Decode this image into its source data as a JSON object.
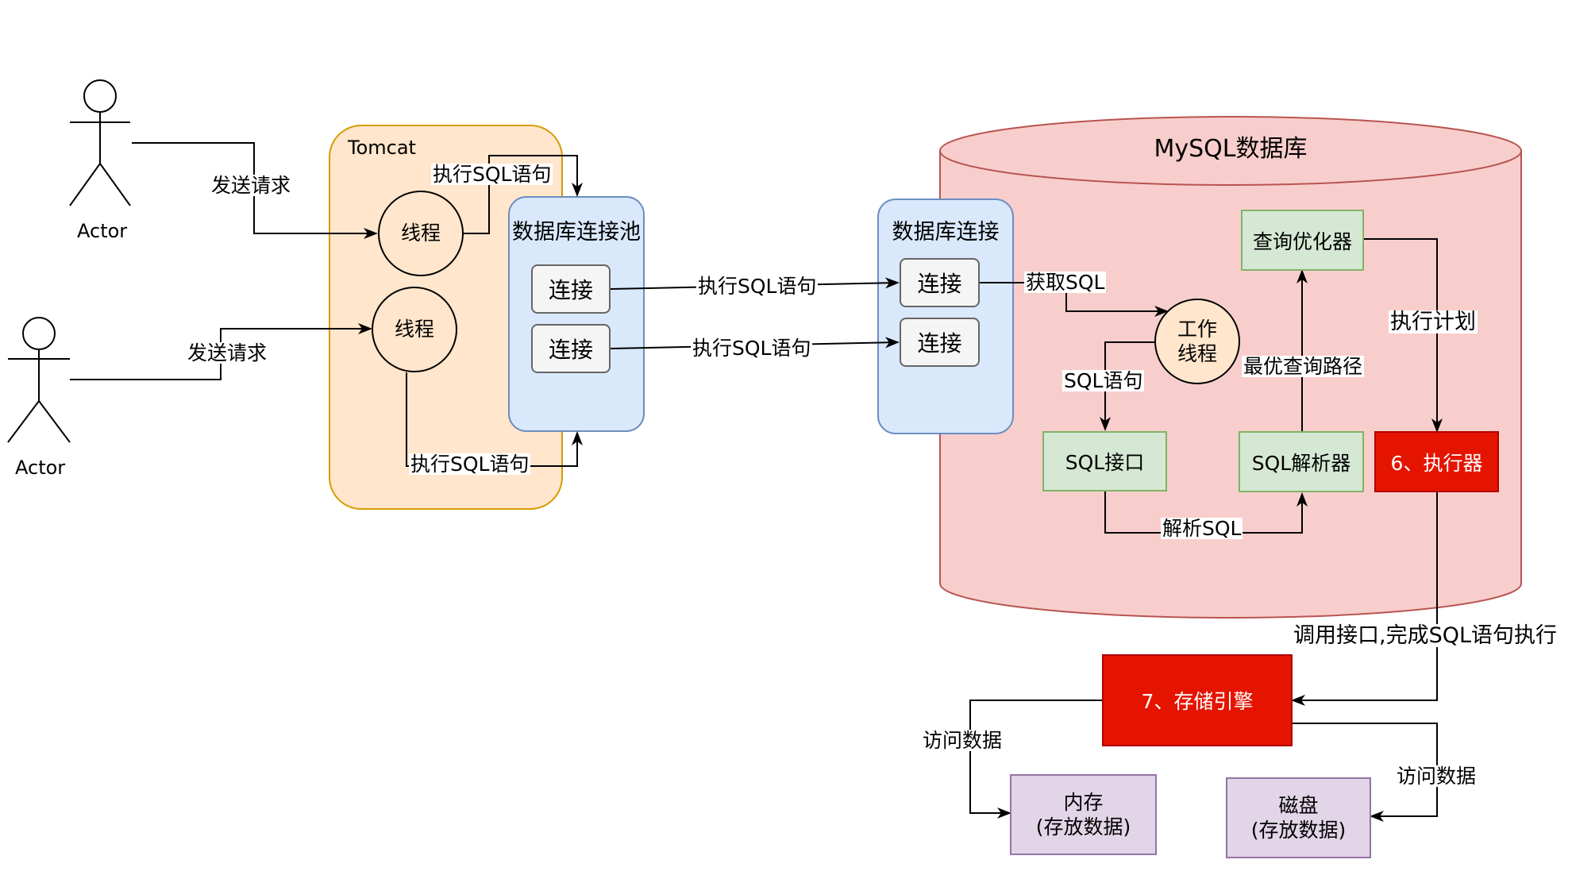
{
  "actors": [
    {
      "label": "Actor"
    },
    {
      "label": "Actor"
    }
  ],
  "tomcat": {
    "title": "Tomcat",
    "thread_top": "线程",
    "thread_bottom": "线程",
    "pool_title": "数据库连接池",
    "pool_conn_1": "连接",
    "pool_conn_2": "连接"
  },
  "db_connection": {
    "title": "数据库连接",
    "conn_1": "连接",
    "conn_2": "连接"
  },
  "mysql": {
    "title": "MySQL数据库",
    "worker_thread": "工作\n线程",
    "query_optimizer": "查询优化器",
    "sql_interface": "SQL接口",
    "sql_parser": "SQL解析器",
    "executor": "6、执行器"
  },
  "storage_engine": "7、存储引擎",
  "memory": "内存\n(存放数据)",
  "disk": "磁盘\n(存放数据)",
  "edge_labels": {
    "send_request_1": "发送请求",
    "send_request_2": "发送请求",
    "exec_sql_top": "执行SQL语句",
    "exec_sql_bottom": "执行SQL语句",
    "exec_sql_link_1": "执行SQL语句",
    "exec_sql_link_2": "执行SQL语句",
    "get_sql": "获取SQL",
    "sql_statement": "SQL语句",
    "best_path": "最优查询路径",
    "parse_sql": "解析SQL",
    "exec_plan": "执行计划",
    "call_interface": "调用接口,完成SQL语句执行",
    "access_data_left": "访问数据",
    "access_data_right": "访问数据"
  },
  "colors": {
    "tomcat_fill": "#ffe6cc",
    "tomcat_stroke": "#d79b00",
    "pool_fill": "#dae8fc",
    "pool_stroke": "#6c8ebf",
    "mysql_fill": "#f8cecc",
    "mysql_stroke": "#b85450",
    "green_fill": "#d5e8d4",
    "green_stroke": "#82b366",
    "red_fill": "#e51400",
    "purple_fill": "#e1d5e7",
    "purple_stroke": "#9673a6"
  }
}
